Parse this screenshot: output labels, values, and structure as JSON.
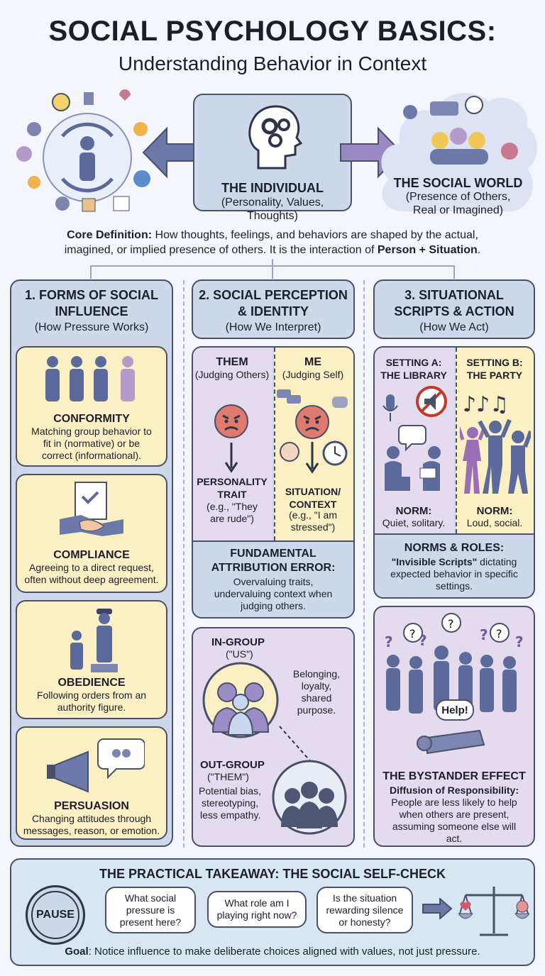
{
  "header": {
    "title": "SOCIAL PSYCHOLOGY BASICS:",
    "subtitle": "Understanding Behavior in Context"
  },
  "intro": {
    "individual_title": "THE INDIVIDUAL",
    "individual_sub": "(Personality, Values, Thoughts)",
    "world_title": "THE SOCIAL WORLD",
    "world_sub1": "(Presence of Others,",
    "world_sub2": "Real or Imagined)",
    "def_label": "Core Definition:",
    "def_text1": " How thoughts, feelings, and behaviors are shaped by the actual,",
    "def_text2": "imagined, or implied presence of others. It is the interaction of ",
    "def_bold": "Person + Situation",
    "def_end": "."
  },
  "col1": {
    "title1": "1. FORMS OF SOCIAL",
    "title2": "INFLUENCE",
    "sub": "(How Pressure Works)",
    "items": [
      {
        "title": "CONFORMITY",
        "l1": "Matching group behavior to",
        "l2": "fit in (normative) or be",
        "l3": "correct (informational)."
      },
      {
        "title": "COMPLIANCE",
        "l1": "Agreeing to a direct request,",
        "l2": "often without deep agreement.",
        "l3": ""
      },
      {
        "title": "OBEDIENCE",
        "l1": "Following orders from an",
        "l2": "authority figure.",
        "l3": ""
      },
      {
        "title": "PERSUASION",
        "l1": "Changing attitudes through",
        "l2": "messages, reason, or emotion.",
        "l3": ""
      }
    ]
  },
  "col2": {
    "title1": "2. SOCIAL PERCEPTION",
    "title2": "& IDENTITY",
    "sub": "(How We Interpret)",
    "them": "THEM",
    "them_sub": "(Judging Others)",
    "me": "ME",
    "me_sub": "(Judging Self)",
    "them_r1": "PERSONALITY",
    "them_r2": "TRAIT",
    "them_e1": "(e.g., \"They",
    "them_e2": "are rude\")",
    "me_r1": "SITUATION/",
    "me_r2": "CONTEXT",
    "me_e1": "(e.g., \"I am",
    "me_e2": "stressed\")",
    "fae1": "FUNDAMENTAL",
    "fae2": "ATTRIBUTION ERROR:",
    "fae_l1": "Overvaluing traits,",
    "fae_l2": "undervaluing context when",
    "fae_l3": "judging others.",
    "ingroup": "IN-GROUP",
    "ingroup_sub": "(\"US\")",
    "ingroup_d1": "Belonging,",
    "ingroup_d2": "loyalty,",
    "ingroup_d3": "shared",
    "ingroup_d4": "purpose.",
    "outgroup": "OUT-GROUP",
    "outgroup_sub": "(\"THEM\")",
    "outgroup_d1": "Potential bias,",
    "outgroup_d2": "stereotyping,",
    "outgroup_d3": "less empathy."
  },
  "col3": {
    "title1": "3. SITUATIONAL",
    "title2": "SCRIPTS & ACTION",
    "sub": "(How We Act)",
    "a1": "SETTING A:",
    "a2": "THE LIBRARY",
    "b1": "SETTING B:",
    "b2": "THE PARTY",
    "norm": "NORM:",
    "a_norm": "Quiet, solitary.",
    "b_norm": "Loud, social.",
    "nr_title": "NORMS & ROLES:",
    "nr_bold": "\"Invisible Scripts\"",
    "nr_l1": " dictating",
    "nr_l2": "expected behavior in specific",
    "nr_l3": "settings.",
    "help": "Help!",
    "by_title": "THE BYSTANDER EFFECT",
    "by_sub": "Diffusion of Responsibility:",
    "by_l1": "People are less likely to help",
    "by_l2": "when others are present,",
    "by_l3": "assuming someone else will",
    "by_l4": "act."
  },
  "takeaway": {
    "title": "THE PRACTICAL TAKEAWAY: THE SOCIAL SELF-CHECK",
    "pause": "PAUSE",
    "q1a": "What social",
    "q1b": "pressure is",
    "q1c": "present here?",
    "q2a": "What role am I",
    "q2b": "playing right now?",
    "q3a": "Is the situation",
    "q3b": "rewarding silence",
    "q3c": "or honesty?",
    "goal_label": "Goal",
    "goal_text": ": Notice influence to make deliberate choices aligned with values, not just pressure."
  },
  "colors": {
    "blue_panel": "#cdd9ea",
    "yellow_panel": "#fbf0c3",
    "purple_panel": "#e4dbee",
    "figure_blue": "#5b6a9a",
    "angry_face": "#e07a6e"
  }
}
